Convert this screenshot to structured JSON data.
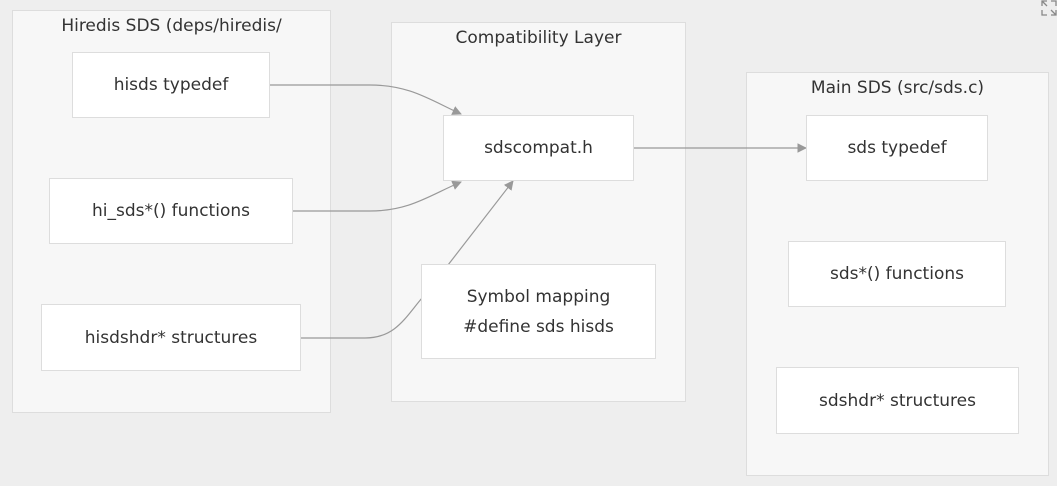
{
  "clusters": {
    "hiredis": {
      "title": "Hiredis SDS (deps/hiredis/"
    },
    "compat": {
      "title": "Compatibility Layer"
    },
    "main": {
      "title": "Main SDS (src/sds.c)"
    }
  },
  "nodes": {
    "hisds_typedef": "hisds typedef",
    "hi_sds_functions": "hi_sds*() functions",
    "hisdshdr_structures": "hisdshdr* structures",
    "sdscompat": "sdscompat.h",
    "symbol_mapping_line1": "Symbol mapping",
    "symbol_mapping_line2": "#define sds hisds",
    "sds_typedef": "sds typedef",
    "sds_functions": "sds*() functions",
    "sdshdr_structures": "sdshdr* structures"
  },
  "colors": {
    "background": "#eeeeee",
    "cluster_fill": "#f7f7f7",
    "border": "#dddddd",
    "edge": "#999999",
    "text": "#333333"
  },
  "icons": {
    "expand": "expand-icon"
  }
}
